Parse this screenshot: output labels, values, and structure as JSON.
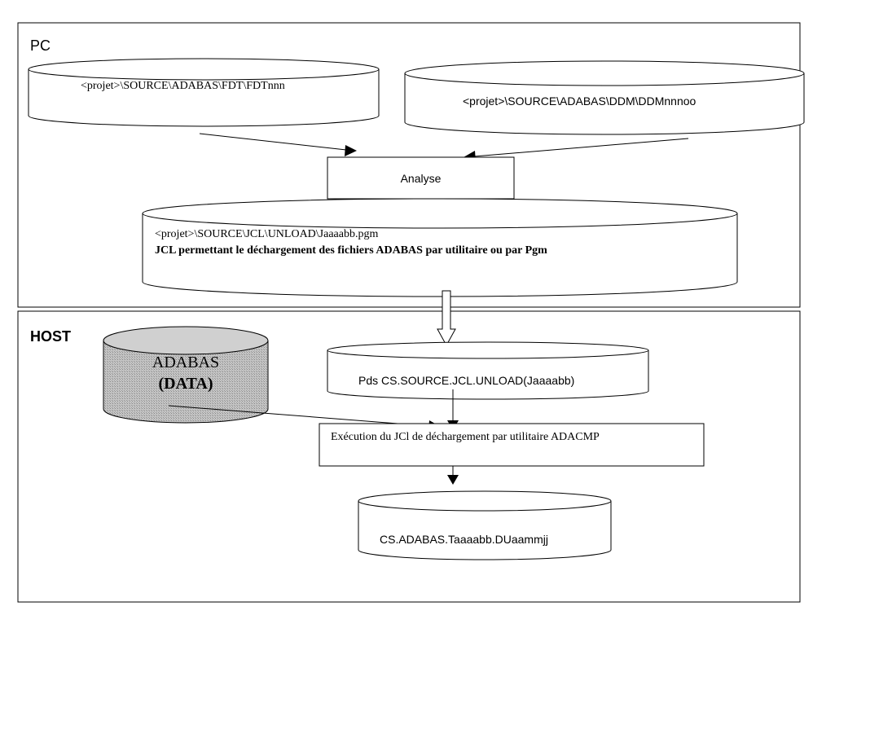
{
  "pc_zone": {
    "title": "PC"
  },
  "host_zone": {
    "title": "HOST"
  },
  "fdt_store": {
    "path": "<projet>\\SOURCE\\ADABAS\\FDT\\FDTnnn"
  },
  "ddm_store": {
    "path": "<projet>\\SOURCE\\ADABAS\\DDM\\DDMnnnoo"
  },
  "analyse_box": {
    "label": "Analyse"
  },
  "jcl_store": {
    "path": "<projet>\\SOURCE\\JCL\\UNLOAD\\Jaaaabb.pgm",
    "description": "JCL permettant le déchargement des fichiers ADABAS par utilitaire ou par Pgm"
  },
  "adabas_db": {
    "line1": "ADABAS",
    "line2": "(DATA)"
  },
  "pds_store": {
    "label": "Pds CS.SOURCE.JCL.UNLOAD(Jaaaabb)"
  },
  "exec_box": {
    "label": "Exécution du JCl de déchargement par utilitaire ADACMP"
  },
  "output_store": {
    "label": "CS.ADABAS.Taaaabb.DUaammjj"
  },
  "colors": {
    "db_fill": "#b8b8b8",
    "line": "#000000",
    "background": "#ffffff"
  }
}
